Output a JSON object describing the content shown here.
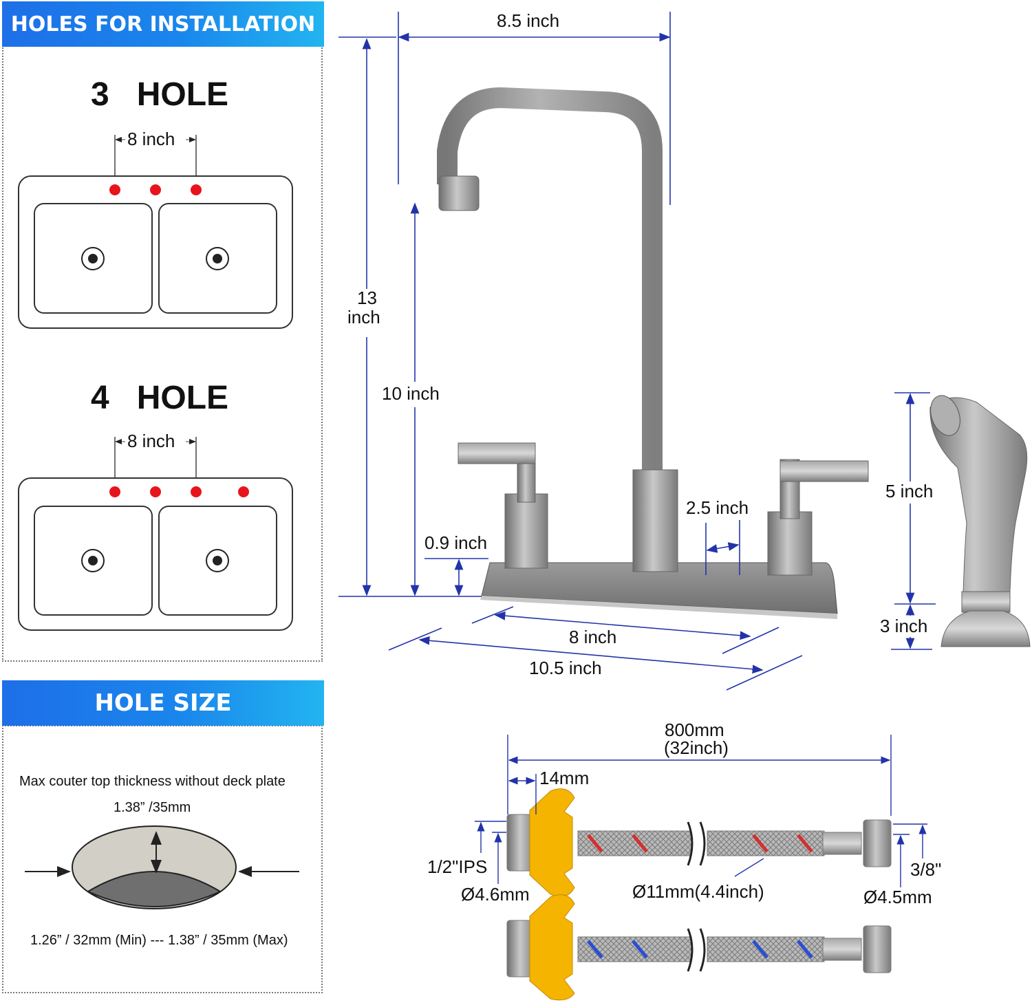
{
  "left": {
    "header1": "HOLES FOR INSTALLATION",
    "hole3_title": "3   HOLE",
    "hole3_spacing": "8 inch",
    "hole4_title": "4   HOLE",
    "hole4_spacing": "8 inch",
    "header2": "HOLE SIZE",
    "thickness_note": "Max couter top thickness without deck plate",
    "thickness_value": "1.38” /35mm",
    "hole_range": "1.26” / 32mm (Min) --- 1.38” / 35mm (Max)"
  },
  "faucet": {
    "spout_reach": "8.5 inch",
    "total_height": "13",
    "total_height_unit": "inch",
    "spout_height": "10 inch",
    "handle_height": "0.9 inch",
    "base_gap": "2.5 inch",
    "center_spacing": "8 inch",
    "base_length": "10.5 inch"
  },
  "sprayer": {
    "head_length": "5 inch",
    "base_length": "3 inch"
  },
  "hose": {
    "total_length": "800mm",
    "total_length_inch": "(32inch)",
    "nut_width": "14mm",
    "inlet_thread": "1/2\"IPS",
    "inlet_diameter": "Ø4.6mm",
    "hose_diameter": "Ø11mm(4.4inch)",
    "outlet_thread": "3/8\"",
    "outlet_diameter": "Ø4.5mm"
  },
  "colors": {
    "header_blue": "#1e6fe8",
    "dimension_blue": "#2233aa",
    "hole_red": "#e8141c",
    "hose_nut_yellow": "#f5b400",
    "steel": "#8c8c8c"
  }
}
